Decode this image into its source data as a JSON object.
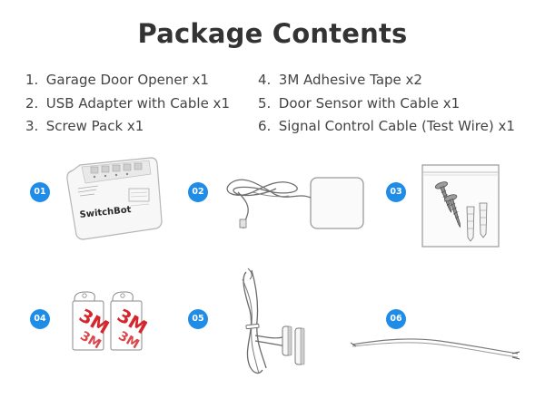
{
  "header": {
    "title": "Package Contents"
  },
  "contents": {
    "left": [
      {
        "num": "1.",
        "label": "Garage Door Opener x1"
      },
      {
        "num": "2.",
        "label": "USB Adapter with Cable x1"
      },
      {
        "num": "3.",
        "label": "Screw Pack x1"
      }
    ],
    "right": [
      {
        "num": "4.",
        "label": "3M Adhesive Tape x2"
      },
      {
        "num": "5.",
        "label": "Door Sensor with Cable x1"
      },
      {
        "num": "6.",
        "label": "Signal Control Cable (Test Wire) x1"
      }
    ]
  },
  "items": [
    {
      "badge": "01",
      "icon": "garage-door-opener-device"
    },
    {
      "badge": "02",
      "icon": "usb-adapter-cable"
    },
    {
      "badge": "03",
      "icon": "screw-pack"
    },
    {
      "badge": "04",
      "icon": "3m-adhesive-tape"
    },
    {
      "badge": "05",
      "icon": "door-sensor-cable"
    },
    {
      "badge": "06",
      "icon": "signal-control-cable"
    }
  ],
  "device_labels": {
    "brand": "SwitchBot",
    "tape_mark": "3M"
  },
  "colors": {
    "badge": "#1f8de8",
    "title": "#333333",
    "tape_red": "#d4262c"
  }
}
